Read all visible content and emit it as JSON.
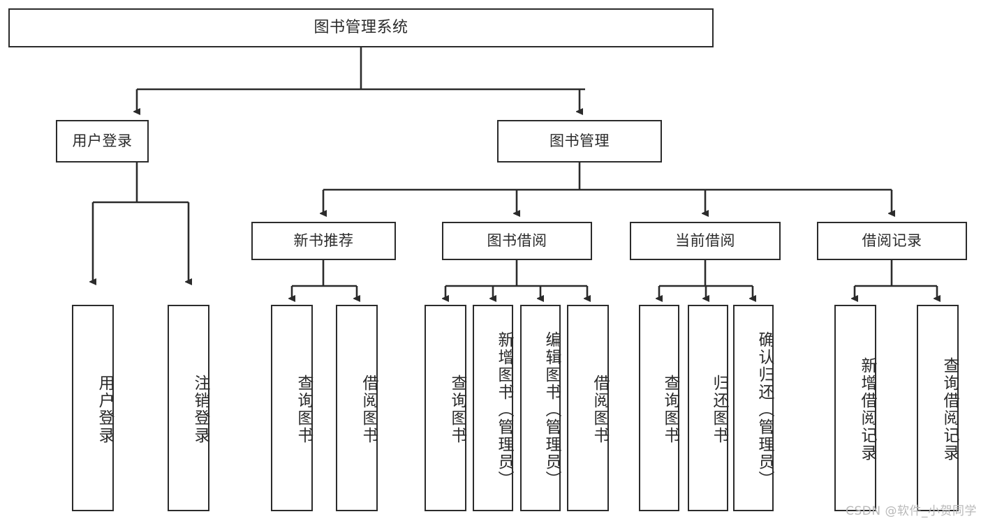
{
  "diagram": {
    "title": "图书管理系统",
    "type": "tree",
    "theme": {
      "background": "#ffffff",
      "box_fill": "#ffffff",
      "box_stroke": "#2b2b2b",
      "text_color": "#2a2a2a",
      "edge_color": "#2b2b2b",
      "watermark_color": "#b9b9b9"
    },
    "root": {
      "label": "图书管理系统"
    },
    "level2": [
      {
        "label": "用户登录"
      },
      {
        "label": "图书管理"
      }
    ],
    "level3": [
      {
        "label": "新书推荐"
      },
      {
        "label": "图书借阅"
      },
      {
        "label": "当前借阅"
      },
      {
        "label": "借阅记录"
      }
    ],
    "leaves": {
      "user_login": [
        {
          "label": "用户登录"
        },
        {
          "label": "注销登录"
        }
      ],
      "new_book": [
        {
          "label": "查询图书"
        },
        {
          "label": "借阅图书"
        }
      ],
      "borrow": [
        {
          "label": "查询图书"
        },
        {
          "label": "新增图书（管理员）"
        },
        {
          "label": "编辑图书（管理员）"
        },
        {
          "label": "借阅图书"
        }
      ],
      "current": [
        {
          "label": "查询图书"
        },
        {
          "label": "归还图书"
        },
        {
          "label": "确认归还（管理员）"
        }
      ],
      "records": [
        {
          "label": "新增借阅记录"
        },
        {
          "label": "查询借阅记录"
        }
      ]
    },
    "watermark": "CSDN @软件_小贺同学"
  }
}
